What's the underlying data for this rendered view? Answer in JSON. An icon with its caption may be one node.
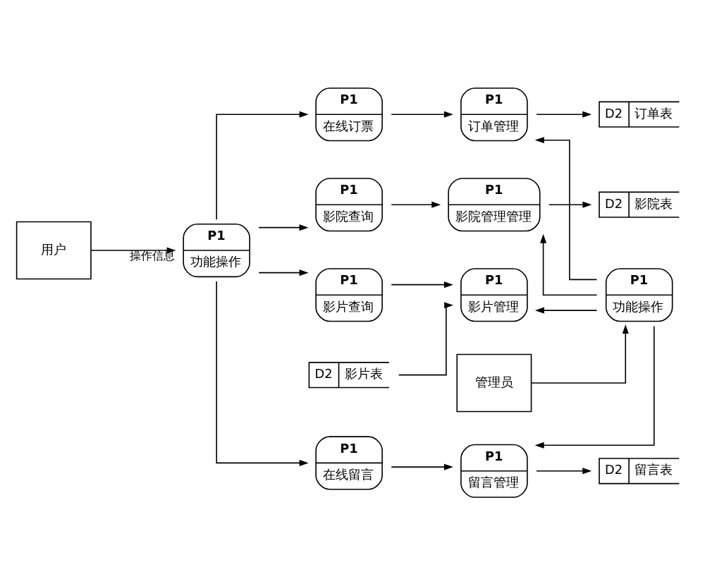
{
  "diagram": {
    "nodes": [
      {
        "text": [
          "用户"
        ]
      },
      {
        "text": [
          "P1",
          "功能操作"
        ]
      },
      {
        "text": [
          "P1",
          "影片查询"
        ]
      },
      {
        "text": [
          "P1",
          "在线订票"
        ]
      },
      {
        "text": [
          "P1",
          "影院查询"
        ]
      },
      {
        "text": [
          "P1",
          "在线留言"
        ]
      },
      {
        "text": [
          "P1",
          "影片管理"
        ]
      },
      {
        "text": [
          "P1",
          "订单管理"
        ]
      },
      {
        "text": [
          "P1",
          "影院管理管理"
        ]
      },
      {
        "text": [
          "P1",
          "留言管理"
        ]
      },
      {
        "text": [
          "P1",
          "功能操作"
        ]
      },
      {
        "text": [
          "管理员"
        ]
      },
      {
        "text": [
          "D2",
          "影片表"
        ]
      },
      {
        "text": [
          "D2",
          "订单表"
        ]
      },
      {
        "text": [
          "D2",
          "影院表"
        ]
      },
      {
        "text": [
          "D2",
          "留言表"
        ]
      }
    ],
    "edges": [
      {
        "from": 0,
        "to": 1,
        "arrow": "to",
        "label": "操作信息"
      },
      {
        "from": 1,
        "to": 2,
        "arrow": "to"
      },
      {
        "from": 1,
        "to": 3,
        "arrow": "to"
      },
      {
        "from": 1,
        "to": 4,
        "arrow": "to"
      },
      {
        "from": 1,
        "to": 5,
        "arrow": "to"
      },
      {
        "from": 2,
        "to": 6,
        "arrow": "to"
      },
      {
        "from": 3,
        "to": 7,
        "arrow": "to"
      },
      {
        "from": 4,
        "to": 8,
        "arrow": "to"
      },
      {
        "from": 5,
        "to": 9,
        "arrow": "to"
      },
      {
        "from": 11,
        "to": 10,
        "arrow": "to"
      },
      {
        "from": 10,
        "to": 7,
        "arrow": "to"
      },
      {
        "from": 10,
        "to": 6,
        "arrow": "to"
      },
      {
        "from": 10,
        "to": 8,
        "arrow": "to"
      },
      {
        "from": 10,
        "to": 9,
        "arrow": "to"
      },
      {
        "from": 12,
        "to": 6,
        "arrow": "to"
      },
      {
        "from": 7,
        "to": 13,
        "arrow": "to"
      },
      {
        "from": 8,
        "to": 14,
        "arrow": "to"
      },
      {
        "from": 9,
        "to": 15,
        "arrow": "to"
      }
    ]
  }
}
